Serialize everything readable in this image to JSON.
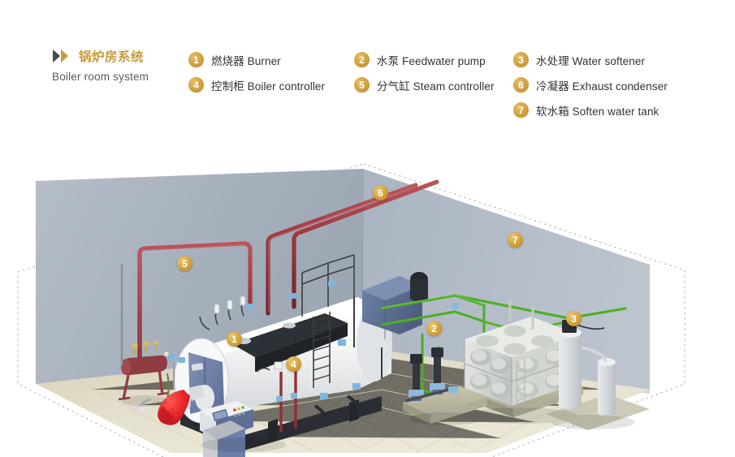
{
  "brand": {
    "logo_icon": "double-chevron-icon",
    "title_cn": "锅炉房系统",
    "title_en": "Boiler room system",
    "gold": "#C79B3B"
  },
  "legend": {
    "columns": [
      {
        "items": [
          {
            "num": "1",
            "label": "燃烧器 Burner",
            "cn": "燃烧器",
            "en": "Burner"
          },
          {
            "num": "4",
            "label": "控制柜 Boiler controller",
            "cn": "控制柜",
            "en": "Boiler controller"
          }
        ]
      },
      {
        "items": [
          {
            "num": "2",
            "label": "水泵 Feedwater pump",
            "cn": "水泵",
            "en": "Feedwater pump"
          },
          {
            "num": "5",
            "label": "分气缸 Steam controller",
            "cn": "分气缸",
            "en": "Steam controller"
          }
        ]
      },
      {
        "items": [
          {
            "num": "3",
            "label": "水处理 Water softener",
            "cn": "水处理",
            "en": "Water softener"
          },
          {
            "num": "6",
            "label": "冷凝器 Exhaust condenser",
            "cn": "冷凝器",
            "en": "Exhaust condenser"
          },
          {
            "num": "7",
            "label": "软水箱 Soften water tank",
            "cn": "软水箱",
            "en": "Soften water tank"
          }
        ]
      }
    ]
  },
  "scene": {
    "pins": [
      {
        "num": "1",
        "name": "burner"
      },
      {
        "num": "2",
        "name": "feedwater-pump"
      },
      {
        "num": "3",
        "name": "water-softener"
      },
      {
        "num": "4",
        "name": "boiler-controller"
      },
      {
        "num": "5",
        "name": "steam-controller"
      },
      {
        "num": "6",
        "name": "exhaust-condenser"
      },
      {
        "num": "7",
        "name": "soften-water-tank"
      }
    ],
    "colors": {
      "wall_left": "#a9b3bf",
      "wall_right": "#aab4c0",
      "floor": "#ded8c2",
      "boiler_shell": "#f4f5f6",
      "boiler_front": "#6d7fa8",
      "steam_pipe": "#9e3a3f",
      "water_pipe": "#4caf22",
      "burner": "#e8252a",
      "outline": "#b9b9b9"
    }
  }
}
